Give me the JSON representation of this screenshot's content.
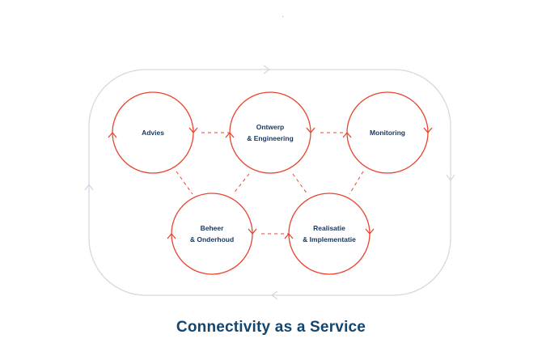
{
  "caption": "Connectivity as a Service",
  "colors": {
    "cycle_red": "#e84530",
    "outer_loop": "#d4d9df",
    "text_navy": "#17375e",
    "caption_navy": "#14456e"
  },
  "nodes": [
    {
      "id": "advies",
      "lines": [
        "Advies"
      ]
    },
    {
      "id": "ontwerp",
      "lines": [
        "Ontwerp",
        "& Engineering"
      ]
    },
    {
      "id": "monitoring",
      "lines": [
        "Monitoring"
      ]
    },
    {
      "id": "beheer",
      "lines": [
        "Beheer",
        "& Onderhoud"
      ]
    },
    {
      "id": "realisatie",
      "lines": [
        "Realisatie",
        "& Implementatie"
      ]
    }
  ],
  "icons": {
    "cycle": "circular-arrow-icon",
    "outer": "loop-arrow-icon"
  }
}
